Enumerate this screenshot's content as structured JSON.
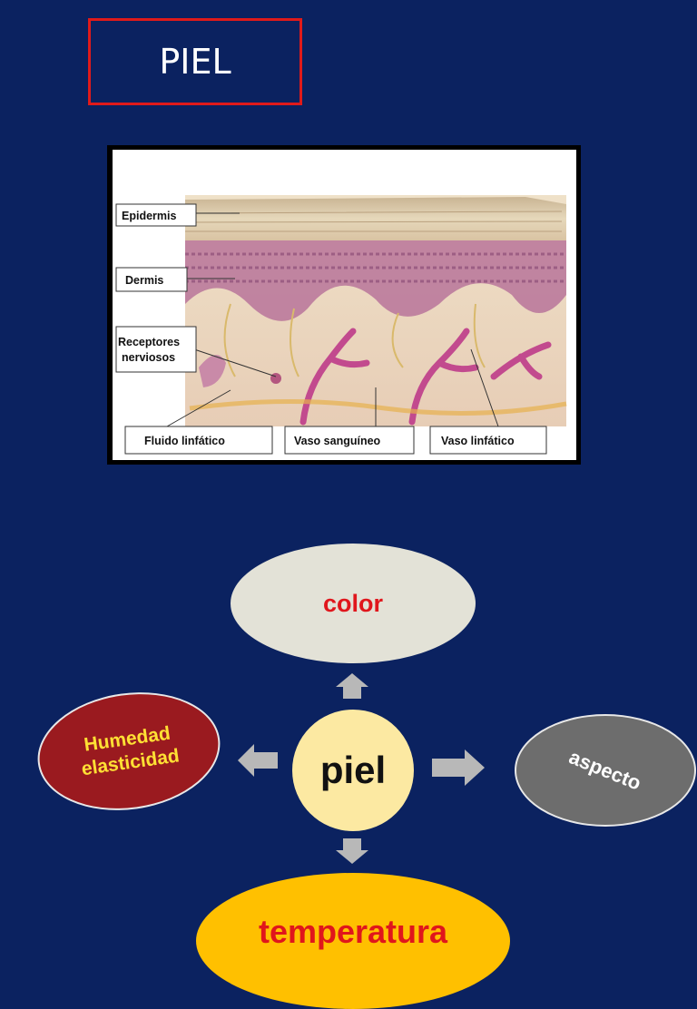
{
  "title": "PIEL",
  "figure": {
    "labels": {
      "epidermis": "Epidermis",
      "dermis": "Dermis",
      "receptores_line1": "Receptores",
      "receptores_line2": "nerviosos",
      "fluido": "Fluido linfático",
      "vaso_sanguineo": "Vaso sanguíneo",
      "vaso_linfatico": "Vaso linfático"
    }
  },
  "diagram": {
    "center": "piel",
    "top": "color",
    "left_line1": "Humedad",
    "left_line2": "elasticidad",
    "right": "aspecto",
    "bottom": "temperatura"
  },
  "colors": {
    "background": "#0b2260",
    "title_border": "#e01a1a",
    "arrow": "#b8b8b8"
  }
}
